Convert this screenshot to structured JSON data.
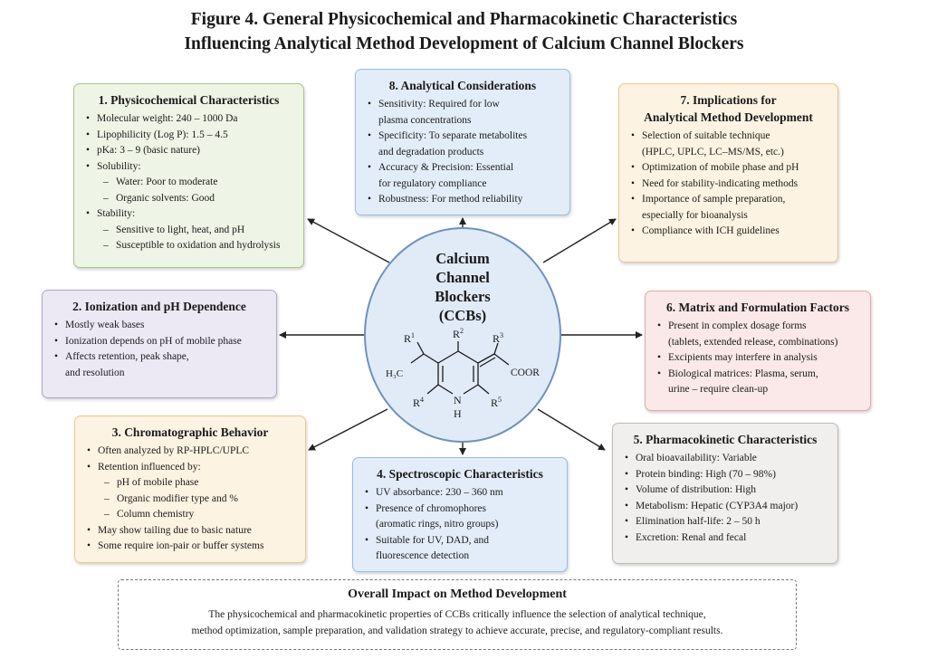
{
  "figure": {
    "title_line1": "Figure 4. General Physicochemical and Pharmacokinetic Characteristics",
    "title_line2": "Influencing Analytical Method Development of Calcium Channel Blockers"
  },
  "center": {
    "line1": "Calcium",
    "line2": "Channel",
    "line3": "Blockers",
    "line4": "(CCBs)",
    "structure": {
      "r1": "R",
      "r1_sup": "1",
      "r2": "R",
      "r2_sup": "2",
      "r3": "R",
      "r3_sup": "3",
      "r4": "R",
      "r4_sup": "4",
      "r5": "R",
      "r5_sup": "5",
      "left_group": "H₃C",
      "right_group": "COOR",
      "n_atom": "N",
      "h_atom": "H"
    }
  },
  "box1": {
    "title": "1. Physicochemical Characteristics",
    "items": [
      "Molecular weight: 240 – 1000 Da",
      "Lipophilicity (Log P): 1.5 – 4.5",
      "pKa: 3 – 9 (basic nature)",
      "Solubility:",
      "Water: Poor to moderate",
      "Organic solvents: Good",
      "Stability:",
      "Sensitive to light, heat, and pH",
      "Susceptible to oxidation and hydrolysis"
    ]
  },
  "box2": {
    "title": "2. Ionization and pH Dependence",
    "items": [
      "Mostly weak bases",
      "Ionization depends on pH of mobile phase",
      "Affects retention, peak shape,",
      "and resolution"
    ]
  },
  "box3": {
    "title": "3. Chromatographic Behavior",
    "items": [
      "Often analyzed by RP-HPLC/UPLC",
      "Retention influenced by:",
      "pH of mobile phase",
      "Organic modifier type and %",
      "Column chemistry",
      "May show tailing due to basic nature",
      "Some require ion-pair or buffer systems"
    ]
  },
  "box4": {
    "title": "4. Spectroscopic Characteristics",
    "items": [
      "UV absorbance: 230 – 360 nm",
      "Presence of chromophores",
      "(aromatic rings, nitro groups)",
      "Suitable for UV, DAD, and",
      "fluorescence detection"
    ]
  },
  "box5": {
    "title": "5. Pharmacokinetic Characteristics",
    "items": [
      "Oral bioavailability: Variable",
      "Protein binding: High (70 – 98%)",
      "Volume of distribution: High",
      "Metabolism: Hepatic (CYP3A4 major)",
      "Elimination half-life: 2 – 50 h",
      "Excretion: Renal and fecal"
    ]
  },
  "box6": {
    "title": "6. Matrix and Formulation Factors",
    "items": [
      "Present in complex dosage forms",
      "(tablets, extended release, combinations)",
      "Excipients may interfere in analysis",
      "Biological matrices: Plasma, serum,",
      "urine – require clean-up"
    ]
  },
  "box7": {
    "title_line1": "7. Implications for",
    "title_line2": "Analytical Method Development",
    "items": [
      "Selection of suitable technique",
      "(HPLC, UPLC, LC–MS/MS, etc.)",
      "Optimization of mobile phase and pH",
      "Need for stability-indicating methods",
      "Importance of sample preparation,",
      "especially for bioanalysis",
      "Compliance with ICH guidelines"
    ]
  },
  "box8": {
    "title": "8. Analytical Considerations",
    "items": [
      "Sensitivity: Required for low",
      "plasma concentrations",
      "Specificity: To separate metabolites",
      "and degradation products",
      "Accuracy & Precision: Essential",
      "for regulatory compliance",
      "Robustness: For method reliability"
    ]
  },
  "overall": {
    "title": "Overall Impact on Method Development",
    "line1": "The physicochemical and pharmacokinetic properties of CCBs critically influence the selection of analytical technique,",
    "line2": "method optimization, sample preparation, and validation strategy to achieve accurate, precise, and regulatory-compliant results."
  }
}
